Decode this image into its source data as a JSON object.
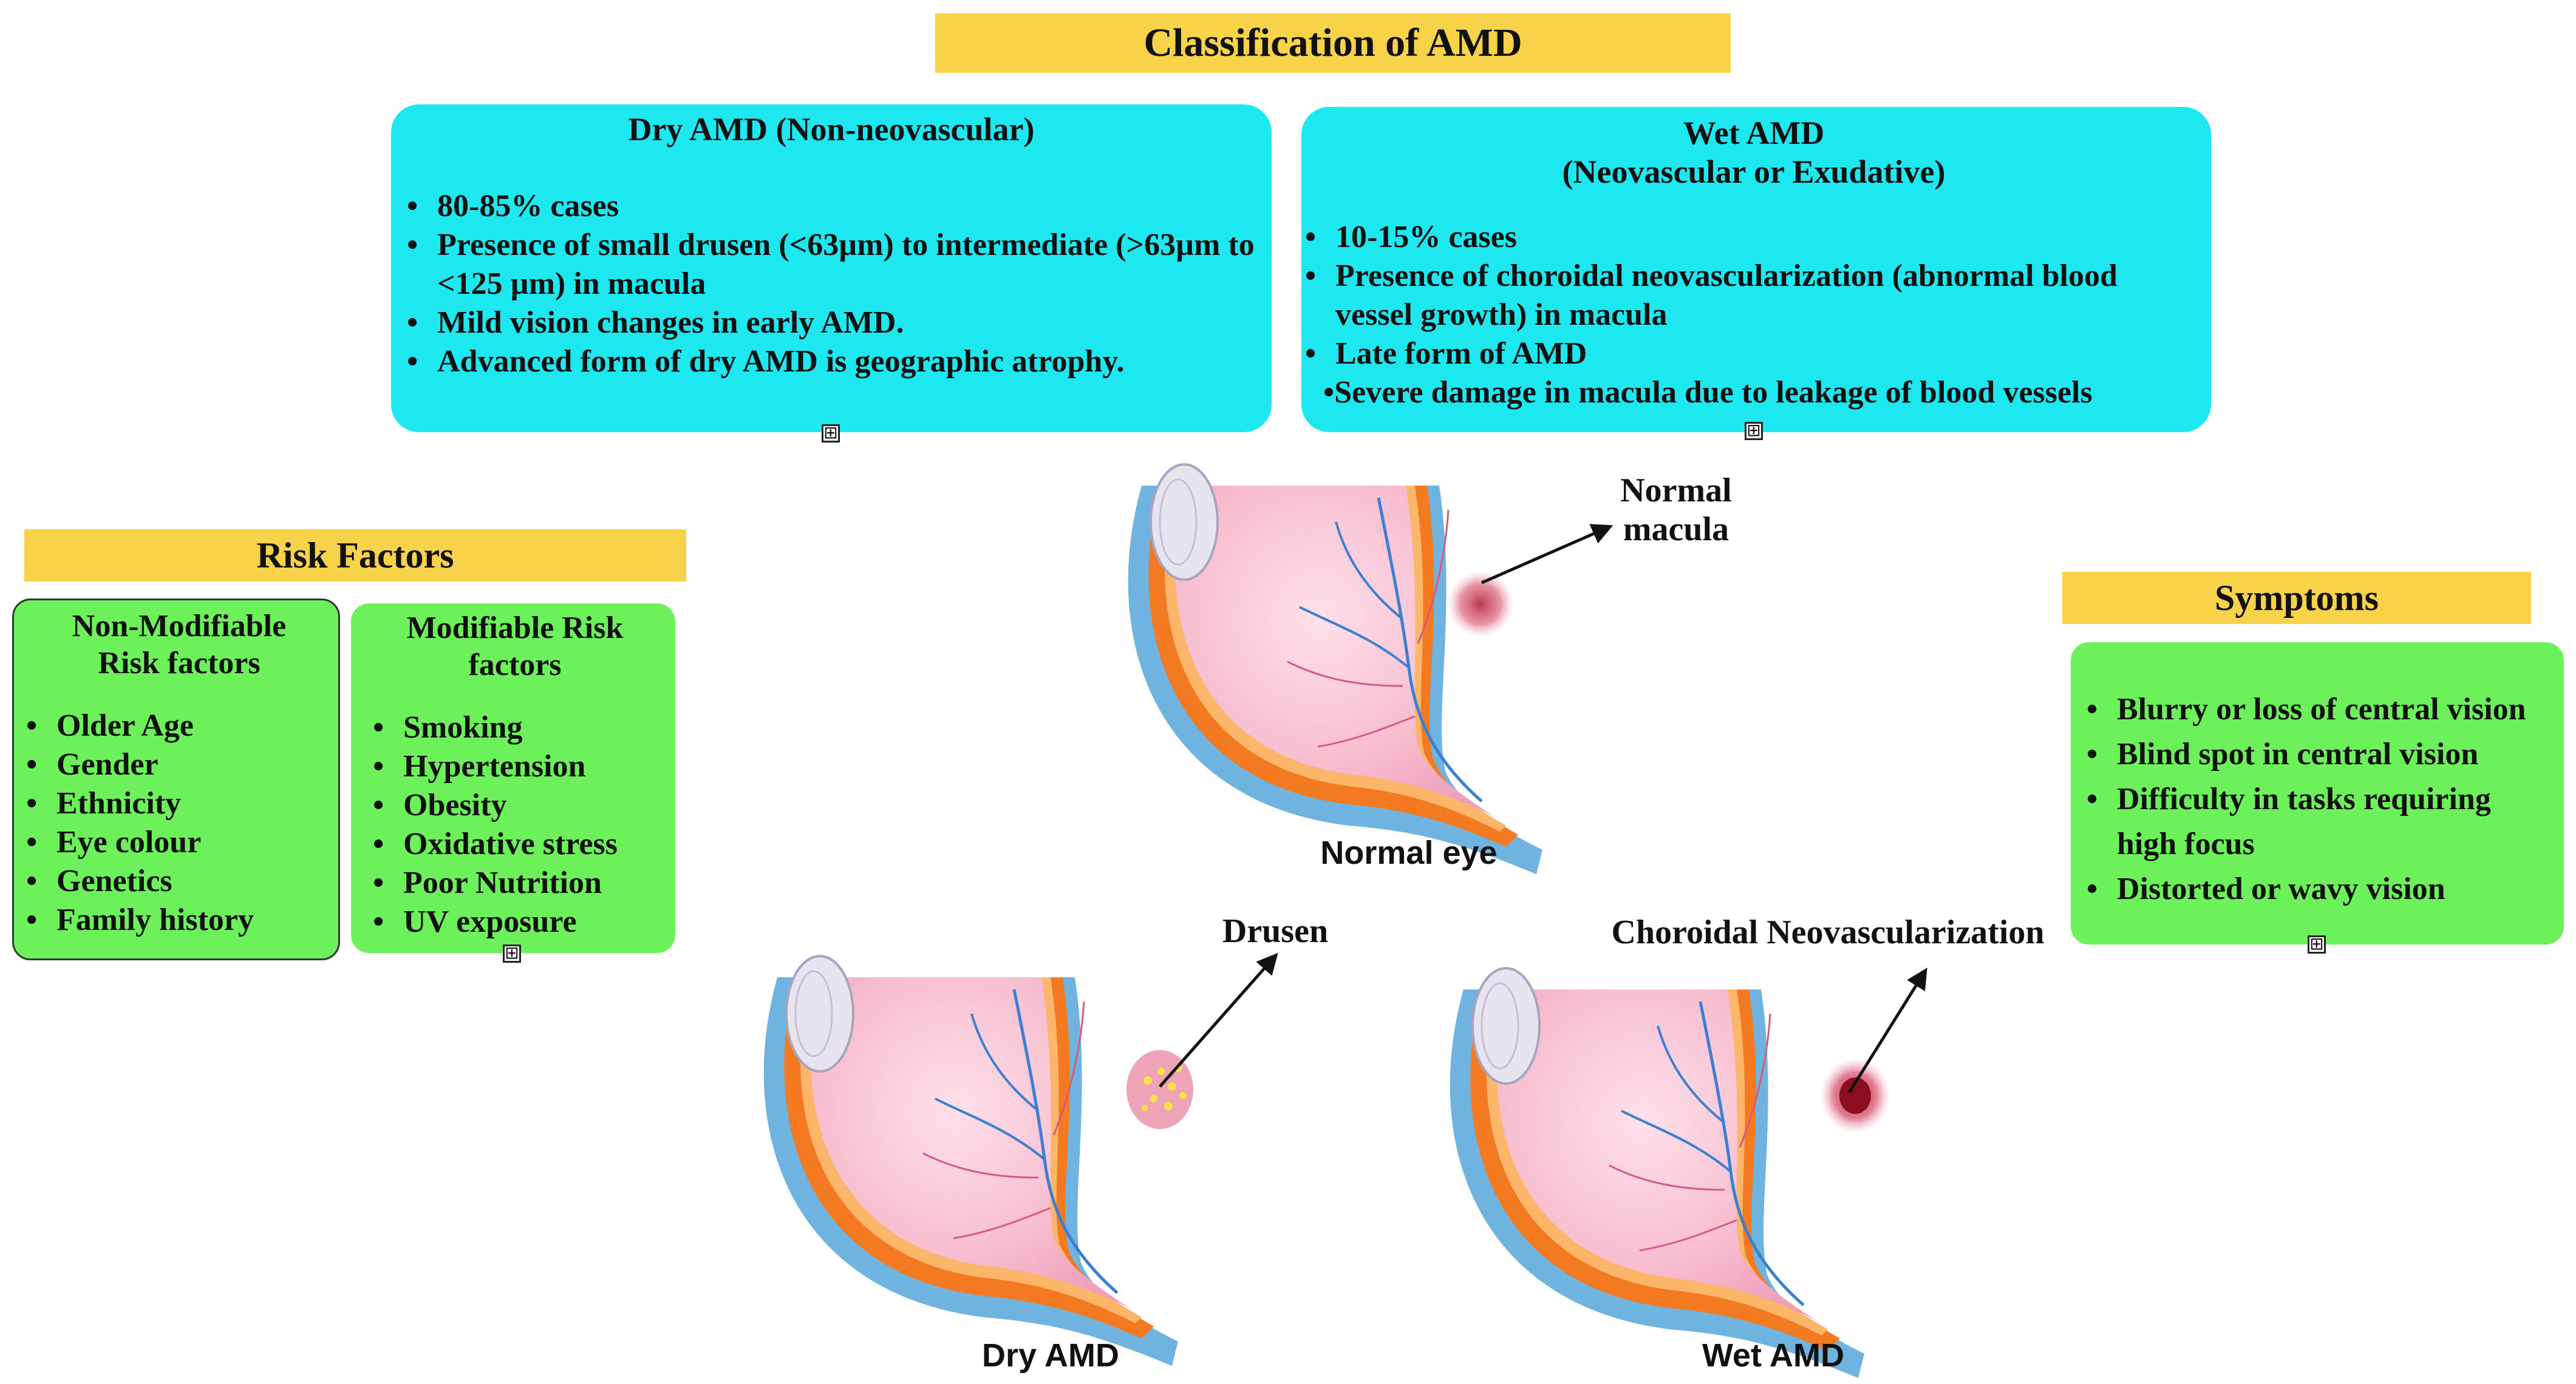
{
  "title": "Classification of AMD",
  "dry": {
    "title": "Dry AMD (Non-neovascular)",
    "items": [
      "80-85% cases",
      "Presence of small drusen (<63µm) to intermediate (>63µm to <125 µm) in macula",
      "Mild vision changes in early AMD.",
      "Advanced form of dry AMD  is geographic atrophy."
    ]
  },
  "wet": {
    "title_line1": "Wet AMD",
    "title_line2": "(Neovascular or Exudative)",
    "items": [
      "10-15% cases",
      "Presence of choroidal neovascularization (abnormal blood vessel growth) in macula",
      "Late form of AMD"
    ],
    "extra_item": "•Severe damage in macula due to leakage  of blood vessels"
  },
  "risk": {
    "title": "Risk Factors",
    "non_modifiable": {
      "title": "Non-Modifiable Risk factors",
      "items": [
        "Older Age",
        "Gender",
        "Ethnicity",
        "Eye colour",
        "Genetics",
        "Family history"
      ]
    },
    "modifiable": {
      "title": "Modifiable Risk factors",
      "items": [
        "Smoking",
        "Hypertension",
        "Obesity",
        "Oxidative stress",
        "Poor Nutrition",
        "UV exposure"
      ]
    }
  },
  "symptoms": {
    "title": "Symptoms",
    "items": [
      "Blurry or loss of central vision",
      "Blind spot in central vision",
      "Difficulty in tasks requiring high focus",
      "Distorted or wavy vision"
    ]
  },
  "eyes": {
    "normal_caption": "Normal eye",
    "normal_pointer_line1": "Normal",
    "normal_pointer_line2": "macula",
    "dry_caption": "Dry AMD",
    "dry_pointer": "Drusen",
    "wet_caption": "Wet AMD",
    "wet_pointer": "Choroidal Neovascularization"
  },
  "plus_glyph": "⊞",
  "colors": {
    "banner": "#f8d349",
    "cyan_box": "#1de7ef",
    "green_box": "#6cf15a",
    "retina_pink": "#f6b3c8",
    "orange_layer": "#f47a22",
    "blue_layer": "#6fb3e0",
    "vessel_blue": "#3c7fd0",
    "macula_red": "#c8283c"
  }
}
